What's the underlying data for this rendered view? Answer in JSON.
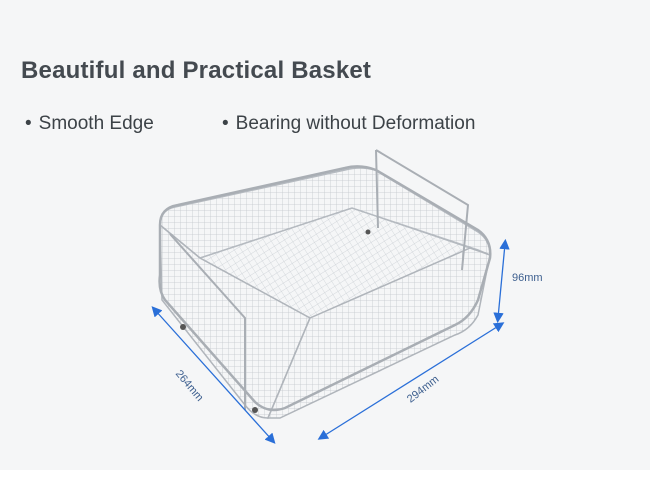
{
  "heading": "Beautiful and Practical Basket",
  "features": [
    {
      "bullet": "•",
      "text": "Smooth Edge"
    },
    {
      "bullet": "•",
      "text": "Bearing without Deformation"
    }
  ],
  "dimensions": {
    "height": "96mm",
    "width": "264mm",
    "length": "294mm"
  },
  "colors": {
    "background": "#f5f6f7",
    "heading": "#444a50",
    "dimension_arrows": "#2a6fd8",
    "wire": "#b9bec4"
  },
  "image": {
    "subject": "stainless steel wire mesh basket with handles"
  }
}
